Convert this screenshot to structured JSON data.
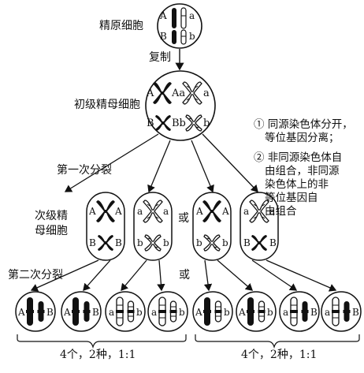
{
  "labels": {
    "spermatogonium": "精原细胞",
    "replication": "复制",
    "primary_spermatocyte": "初级精母细胞",
    "first_division": "第一次分裂",
    "secondary_l1": "次级精",
    "secondary_l2": "母细胞",
    "or_1": "或",
    "or_2": "或",
    "second_division": "第二次分裂",
    "result_left": "4个，2种，1:1",
    "result_right": "4个，2种，1:1"
  },
  "notes": {
    "note1_l1": "① 同源染色体分开，",
    "note1_l2": "等位基因分离；",
    "note2_l1": "② 非同源染色体自",
    "note2_l2": "由组合，非同源",
    "note2_l3": "染色体上的非",
    "note2_l4": "等位基因自",
    "note2_l5": "由组合"
  },
  "genes": {
    "top": {
      "A": "A",
      "a": "a",
      "B": "B",
      "b": "b"
    },
    "primary": {
      "A": "A",
      "Aa": "Aa",
      "a": "a",
      "B": "B",
      "Bb": "Bb",
      "b": "b"
    },
    "sec1": {
      "a1": "A",
      "a2": "A",
      "b1": "B",
      "b2": "B"
    },
    "sec2": {
      "a1": "a",
      "a2": "a",
      "b1": "b",
      "b2": "b"
    },
    "sec3": {
      "a1": "A",
      "a2": "A",
      "b1": "b",
      "b2": "b"
    },
    "sec4": {
      "a1": "a",
      "a2": "a",
      "b1": "B",
      "b2": "B"
    },
    "g1": {
      "l": "A",
      "r": "B"
    },
    "g2": {
      "l": "A",
      "r": "B"
    },
    "g3": {
      "l": "a",
      "r": "b"
    },
    "g4": {
      "l": "a",
      "r": "b"
    },
    "g5": {
      "l": "A",
      "r": "b"
    },
    "g6": {
      "l": "A",
      "r": "b"
    },
    "g7": {
      "l": "a",
      "r": "B"
    },
    "g8": {
      "l": "a",
      "r": "B"
    }
  }
}
